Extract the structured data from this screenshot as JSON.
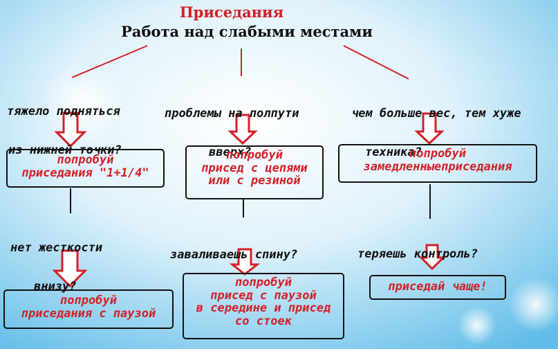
{
  "title": "Приседания",
  "subtitle": "Работа над слабыми местами",
  "columns": [
    {
      "problem": [
        "тяжело подняться",
        "из нижней точки?"
      ],
      "solution": [
        "попробуй",
        "приседания \"1+1/4\""
      ],
      "followup": [
        "нет жесткости",
        "внизу?"
      ],
      "final": [
        "попробуй",
        "приседания с паузой"
      ]
    },
    {
      "problem": [
        "проблемы на полпути",
        "вверх?"
      ],
      "solution": [
        "попробуй",
        "присед с цепями",
        "или с резиной"
      ],
      "followup": [
        "заваливаешь спину?"
      ],
      "final": [
        "попробуй",
        "присед с паузой",
        "в середине и присед",
        "со стоек"
      ]
    },
    {
      "problem": [
        "чем больше вес, тем хуже",
        "техника?"
      ],
      "solution": [
        "попробуй",
        "замедленныеприседания"
      ],
      "followup": [
        "теряешь контроль?"
      ],
      "final": [
        "приседай чаще!"
      ]
    }
  ],
  "colors": {
    "accent": "#d32027",
    "text": "#111111",
    "background": "#8fd0f2"
  }
}
